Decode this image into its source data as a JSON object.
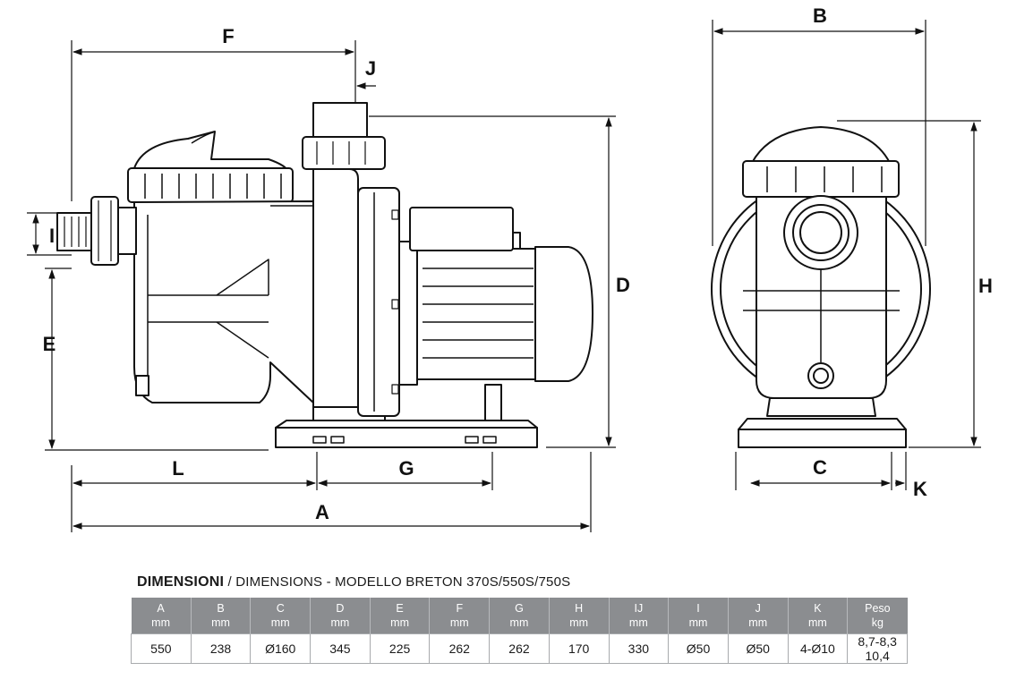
{
  "drawing": {
    "labels": {
      "A": "A",
      "B": "B",
      "C": "C",
      "D": "D",
      "E": "E",
      "F": "F",
      "G": "G",
      "H": "H",
      "I": "I",
      "J": "J",
      "K": "K",
      "L": "L"
    }
  },
  "caption": {
    "title": "DIMENSIONI",
    "subtitle": "/ DIMENSIONS - MODELLO BRETON 370S/550S/750S"
  },
  "table": {
    "columns": [
      {
        "name": "A",
        "unit": "mm"
      },
      {
        "name": "B",
        "unit": "mm"
      },
      {
        "name": "C",
        "unit": "mm"
      },
      {
        "name": "D",
        "unit": "mm"
      },
      {
        "name": "E",
        "unit": "mm"
      },
      {
        "name": "F",
        "unit": "mm"
      },
      {
        "name": "G",
        "unit": "mm"
      },
      {
        "name": "H",
        "unit": "mm"
      },
      {
        "name": "IJ",
        "unit": "mm"
      },
      {
        "name": "I",
        "unit": "mm"
      },
      {
        "name": "J",
        "unit": "mm"
      },
      {
        "name": "K",
        "unit": "mm"
      },
      {
        "name": "Peso",
        "unit": "kg"
      }
    ],
    "values": [
      "550",
      "238",
      "Ø160",
      "345",
      "225",
      "262",
      "262",
      "170",
      "330",
      "Ø50",
      "Ø50",
      "4-Ø10",
      "8,7-8,3 10,4"
    ]
  }
}
